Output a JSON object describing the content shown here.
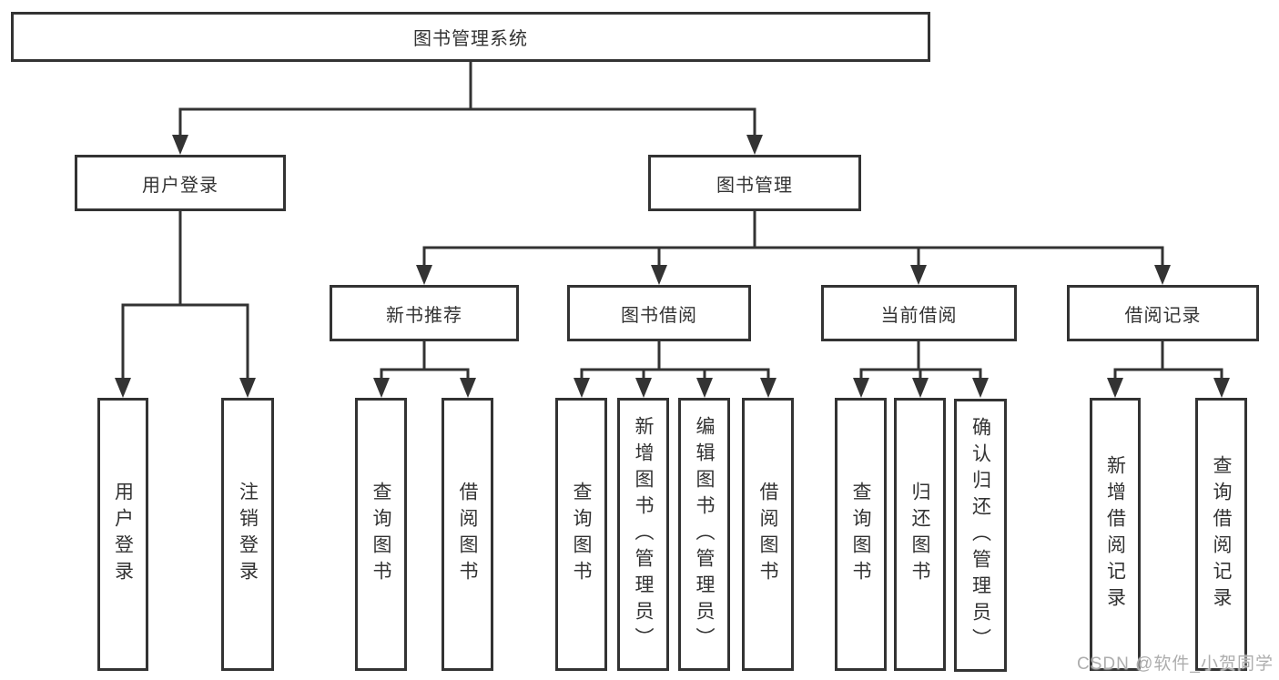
{
  "tree": {
    "label": "图书管理系统",
    "children": [
      {
        "label": "用户登录",
        "children": [
          {
            "label": "用户登录"
          },
          {
            "label": "注销登录"
          }
        ]
      },
      {
        "label": "图书管理",
        "children": [
          {
            "label": "新书推荐",
            "children": [
              {
                "label": "查询图书"
              },
              {
                "label": "借阅图书"
              }
            ]
          },
          {
            "label": "图书借阅",
            "children": [
              {
                "label": "查询图书"
              },
              {
                "label": "新增图书（管理员）"
              },
              {
                "label": "编辑图书（管理员）"
              },
              {
                "label": "借阅图书"
              }
            ]
          },
          {
            "label": "当前借阅",
            "children": [
              {
                "label": "查询图书"
              },
              {
                "label": "归还图书"
              },
              {
                "label": "确认归还（管理员）"
              }
            ]
          },
          {
            "label": "借阅记录",
            "children": [
              {
                "label": "新增借阅记录"
              },
              {
                "label": "查询借阅记录"
              }
            ]
          }
        ]
      }
    ]
  },
  "watermark": "CSDN @软件_小贺同学",
  "colors": {
    "line": "#333333",
    "box_border": "#333333",
    "text": "#333333",
    "watermark": "#a4a4a4",
    "background": "#ffffff"
  }
}
